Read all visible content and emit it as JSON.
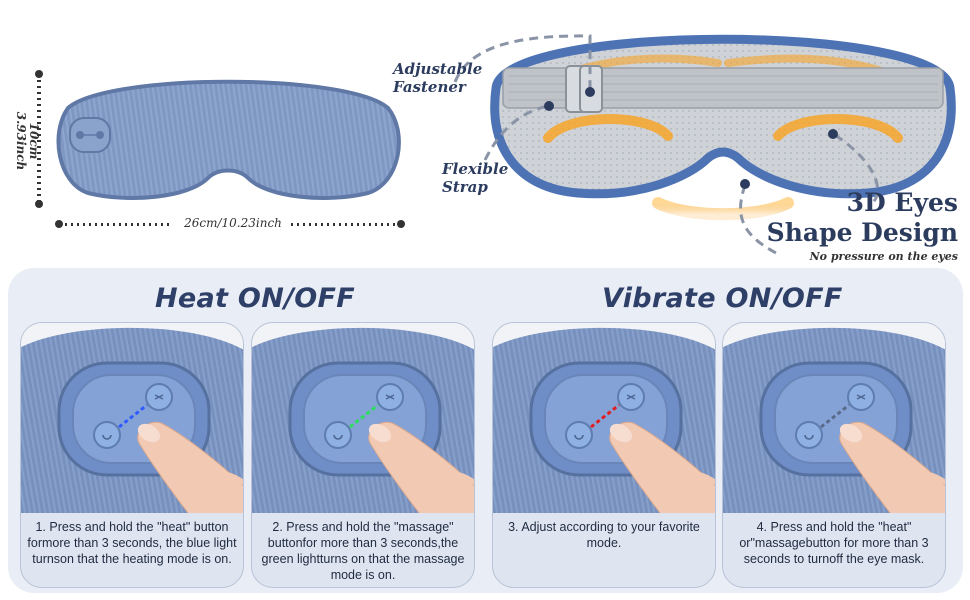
{
  "dimensions": {
    "height_label": "10cm\n3.93inch",
    "width_label": "26cm/10.23inch"
  },
  "callouts": {
    "fastener": "Adjustable\nFastener",
    "strap": "Flexible\nStrap"
  },
  "headline": {
    "line1": "3D Eyes",
    "line2": "Shape Design",
    "sub": "No pressure on the eyes"
  },
  "sections": {
    "heat_title": "Heat ON/OFF",
    "vibrate_title": "Vibrate ON/OFF"
  },
  "steps": [
    {
      "caption": "1. Press and hold the \"heat\" button formore than 3 seconds, the blue light turnson that the heating mode is on.",
      "led": "#2f5bff"
    },
    {
      "caption": "2. Press and hold the \"massage\" buttonfor more than 3 seconds,the green lightturns on that the massage mode is on.",
      "led": "#28e05a"
    },
    {
      "caption": "3. Adjust according to your favorite mode.",
      "led": "#e02020"
    },
    {
      "caption": "4. Press and hold the \"heat\" or\"massagebutton for more than 3 seconds to turnoff the eye mask.",
      "led": "#5a6a8a"
    }
  ],
  "colors": {
    "mask_blue": "#7b93bf",
    "panel_bg": "#e9edf5",
    "title": "#2f4068",
    "warm": "#f7a52a"
  }
}
